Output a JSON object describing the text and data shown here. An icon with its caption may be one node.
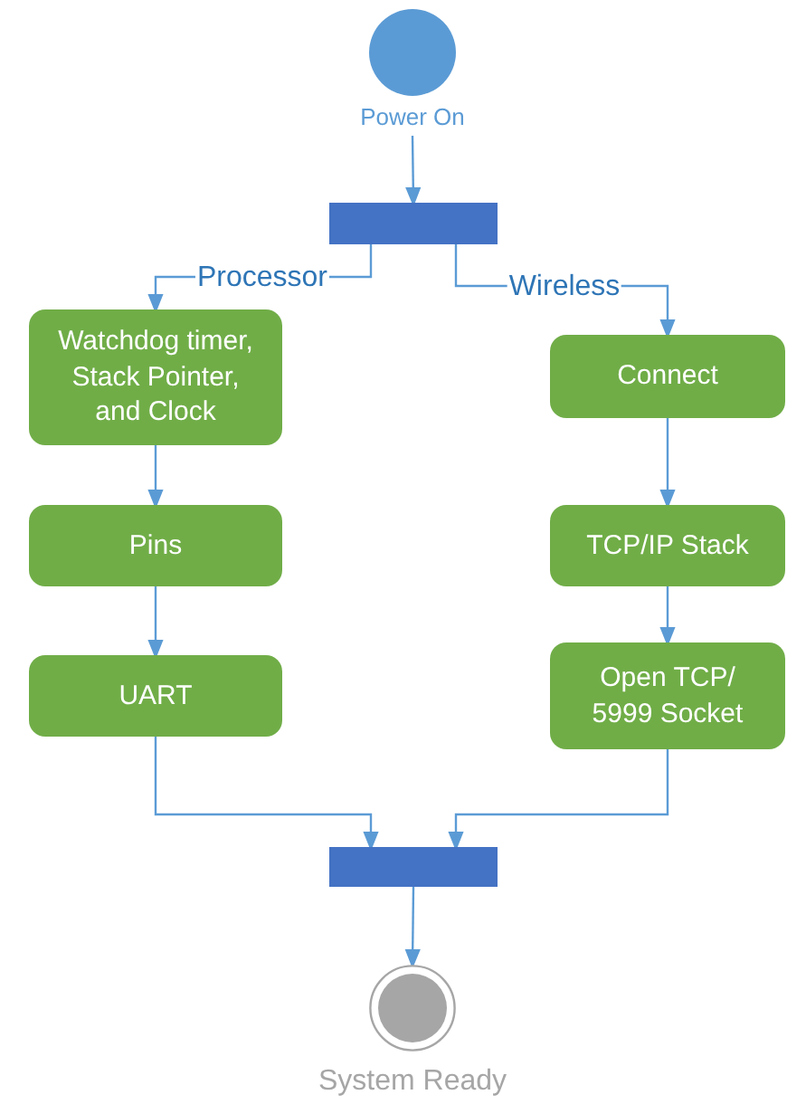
{
  "diagram": {
    "nodes": [
      {
        "text": [
          "Power On"
        ]
      },
      {
        "text": [],
        "shape": "bar"
      },
      {
        "text": [
          "Watchdog timer, Stack Pointer, and Clock"
        ]
      },
      {
        "text": [
          "Pins"
        ]
      },
      {
        "text": [
          "UART"
        ]
      },
      {
        "text": [
          "Connect"
        ]
      },
      {
        "text": [
          "TCP/IP Stack"
        ]
      },
      {
        "text": [
          "Open TCP/ 5999 Socket"
        ]
      },
      {
        "text": [],
        "shape": "bar"
      },
      {
        "text": [
          "System Ready"
        ]
      }
    ],
    "edges": [
      {
        "from": 0,
        "to": 1,
        "arrow": "to"
      },
      {
        "from": 1,
        "to": 2,
        "arrow": "to",
        "label": "Processor"
      },
      {
        "from": 1,
        "to": 5,
        "arrow": "to",
        "label": "Wireless"
      },
      {
        "from": 2,
        "to": 3,
        "arrow": "to"
      },
      {
        "from": 3,
        "to": 4,
        "arrow": "to"
      },
      {
        "from": 5,
        "to": 6,
        "arrow": "to"
      },
      {
        "from": 6,
        "to": 7,
        "arrow": "to"
      },
      {
        "from": 4,
        "to": 8,
        "arrow": "to"
      },
      {
        "from": 7,
        "to": 8,
        "arrow": "to"
      },
      {
        "from": 8,
        "to": 9,
        "arrow": "to"
      }
    ]
  }
}
